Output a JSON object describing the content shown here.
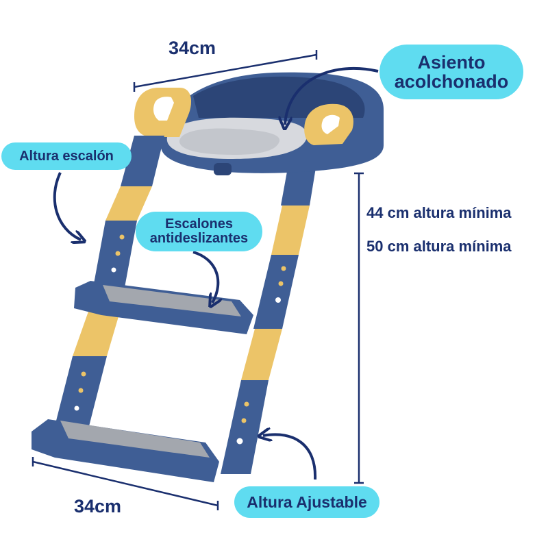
{
  "labels": {
    "seat_line1": "Asiento",
    "seat_line2": "acolchonado",
    "step_height": "Altura escalón",
    "nonslip_line1": "Escalones",
    "nonslip_line2": "antideslizantes",
    "adjustable": "Altura Ajustable"
  },
  "dimensions": {
    "top_width": "34cm",
    "bottom_width": "34cm",
    "height_min": "44 cm altura mínima",
    "height_max": "50 cm altura mínima"
  },
  "colors": {
    "ladder_blue": "#3f5e95",
    "ladder_blue_dark": "#2c4577",
    "ladder_yellow": "#ecc468",
    "seat_grey": "#d7d9de",
    "step_grey": "#a3a7ae",
    "label_cyan": "#5fdcf0",
    "text_navy": "#1a2f6e"
  }
}
